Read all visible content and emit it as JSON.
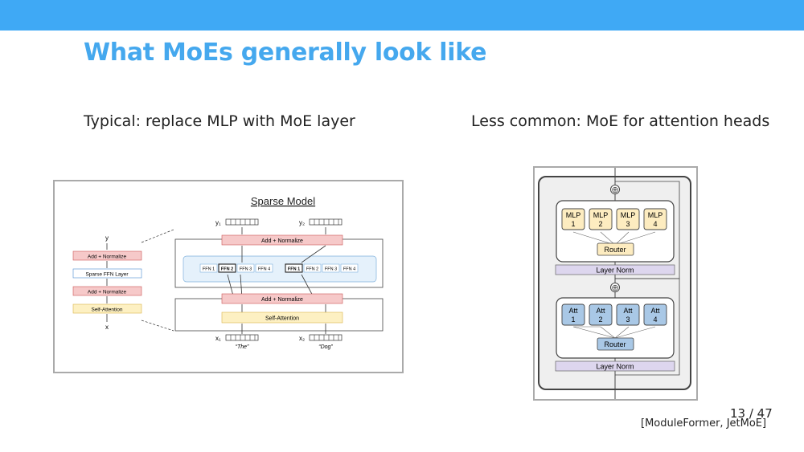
{
  "slide": {
    "title": "What MoEs generally look like",
    "subtitle_left": "Typical: replace MLP with MoE layer",
    "subtitle_right": "Less common: MoE for attention heads",
    "page_number": "13 / 47",
    "citation": "[ModuleFormer, JetMoE]"
  },
  "left_figure": {
    "heading": "Sparse Model",
    "stack": {
      "output": "y",
      "input": "x",
      "add_norm_top": "Add + Normalize",
      "sparse_ffn": "Sparse FFN Layer",
      "add_norm_bottom": "Add + Normalize",
      "self_attention": "Self-Attention"
    },
    "detail": {
      "y1": "y₁",
      "y2": "y₂",
      "x1": "x₁",
      "x2": "x₂",
      "add_norm_top": "Add + Normalize",
      "add_norm_mid": "Add + Normalize",
      "self_attention": "Self-Attention",
      "ffn_group_1": [
        "FFN 1",
        "FFN 2",
        "FFN 3",
        "FFN 4"
      ],
      "ffn_group_2": [
        "FFN 1",
        "FFN 2",
        "FFN 3",
        "FFN 4"
      ],
      "token1": "“The”",
      "token2": "“Dog”"
    }
  },
  "right_figure": {
    "mlp_experts": [
      {
        "top": "MLP",
        "bottom": "1"
      },
      {
        "top": "MLP",
        "bottom": "2"
      },
      {
        "top": "MLP",
        "bottom": "3"
      },
      {
        "top": "MLP",
        "bottom": "4"
      }
    ],
    "att_experts": [
      {
        "top": "Att",
        "bottom": "1"
      },
      {
        "top": "Att",
        "bottom": "2"
      },
      {
        "top": "Att",
        "bottom": "3"
      },
      {
        "top": "Att",
        "bottom": "4"
      }
    ],
    "router_top": "Router",
    "router_bottom": "Router",
    "layer_norm_top": "Layer Norm",
    "layer_norm_bottom": "Layer Norm",
    "plus_symbol": "⊕"
  },
  "colors": {
    "accent": "#45a8ee",
    "topbar": "#3fa9f5",
    "add_norm_fill": "#f6c9c9",
    "attention_fill": "#fdf0c2",
    "ffn_band_fill": "#e5f1fb",
    "mlp_fill": "#fdecc0",
    "att_fill": "#a9c8e6",
    "router_att_fill": "#a9c8e6",
    "layer_norm_fill": "#ddd6ee"
  }
}
